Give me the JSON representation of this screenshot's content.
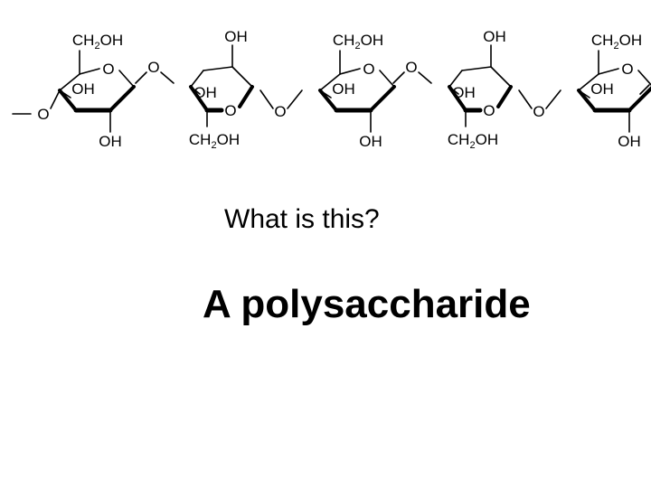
{
  "diagram": {
    "glucose_units": [
      {
        "top": "CH2OH",
        "ring_o": "O",
        "inner": "OH",
        "bottom": "OH"
      },
      {
        "top": "OH",
        "ring_o": "O",
        "inner": "OH",
        "bottom": "CH2OH"
      },
      {
        "top": "CH2OH",
        "ring_o": "O",
        "inner": "OH",
        "bottom": "OH"
      },
      {
        "top": "OH",
        "ring_o": "O",
        "inner": "OH",
        "bottom": "CH2OH"
      },
      {
        "top": "CH2OH",
        "ring_o": "O",
        "inner": "OH",
        "bottom": "OH"
      }
    ],
    "bridge_label": "O",
    "chain_start_label": "O"
  },
  "question": "What is this?",
  "answer": "A polysaccharide"
}
